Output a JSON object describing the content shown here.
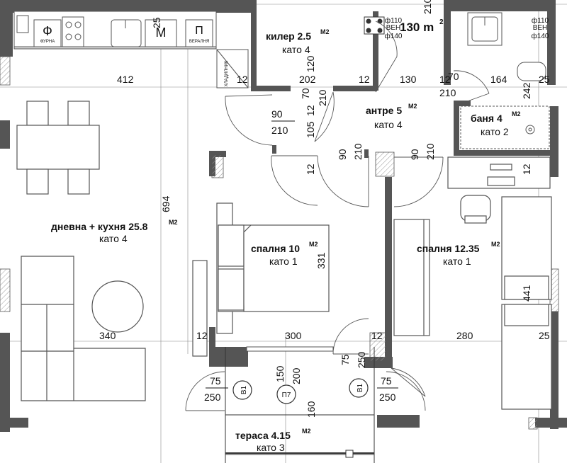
{
  "plan": {
    "total_area": "130 m",
    "total_area_sup": "2",
    "rooms": {
      "living": {
        "name": "дневна + кухня 25.8",
        "sup": "М2",
        "floor": "като 4"
      },
      "storage": {
        "name": "килер 2.5",
        "sup": "М2",
        "floor": "като 4"
      },
      "hall": {
        "name": "антре 5",
        "sup": "М2",
        "floor": "като 4"
      },
      "bath": {
        "name": "баня 4",
        "sup": "М2",
        "floor": "като 2"
      },
      "bed1": {
        "name": "спалня 10",
        "sup": "М2",
        "floor": "като 1"
      },
      "bed2": {
        "name": "спалня 12.35",
        "sup": "М2",
        "floor": "като 1"
      },
      "terrace": {
        "name": "тераса 4.15",
        "sup": "М2",
        "floor": "като 3"
      }
    },
    "fixtures": {
      "oven_symbol": "Ф",
      "oven_label": "ФУРНА",
      "dishwasher_symbol": "М",
      "washer_symbol": "П",
      "washer_label": "ВЕРАЛНЯ",
      "fridge_label": "ХЛАДИЛНИК",
      "pipe_a": "ф110",
      "pipe_b": "ВЕН",
      "pipe_c": "ф140",
      "window_left": "B1",
      "window_right": "B1",
      "window_mid": "П7"
    },
    "dims": {
      "d412": "412",
      "d12a": "12",
      "d202": "202",
      "d12b": "12",
      "d130": "130",
      "d12c": "12",
      "d70a": "70",
      "d164": "164",
      "d25a": "25",
      "d210a": "210",
      "d242": "242",
      "d90a": "90",
      "d210b": "210",
      "d70b": "70",
      "d12v1": "12",
      "d210v": "210",
      "d105": "105",
      "d12v2": "12",
      "d90b": "90",
      "d210c": "210",
      "d90c": "90",
      "d210d": "210",
      "d12v3": "12",
      "d694": "694",
      "d331": "331",
      "d441": "441",
      "d340": "340",
      "d12d": "12",
      "d300": "300",
      "d12e": "12",
      "d280": "280",
      "d25b": "25",
      "d75a": "75",
      "d250a": "250",
      "d150": "150",
      "d200": "200",
      "d75b": "75",
      "d250b": "250",
      "d75c": "75",
      "d250c": "250",
      "d160": "160",
      "d25top": "25",
      "d120": "120",
      "d210top": "210"
    }
  }
}
